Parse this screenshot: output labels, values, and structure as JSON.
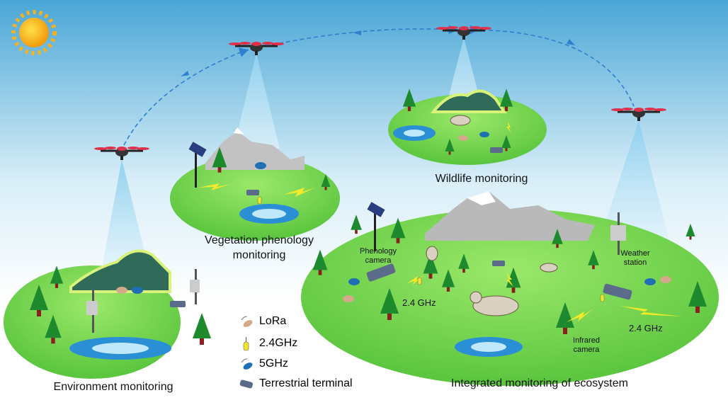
{
  "scenes": {
    "environment": "Environment monitoring",
    "vegetation": [
      "Vegetation phenology",
      "monitoring"
    ],
    "wildlife": "Wildlife monitoring",
    "integrated": "Integrated monitoring of ecosystem"
  },
  "device_labels": {
    "phenology_camera": [
      "Phenology",
      "camera"
    ],
    "weather_station": [
      "Weather",
      "station"
    ],
    "infrared_camera": [
      "Infrared",
      "camera"
    ],
    "link_left": "2.4 GHz",
    "link_right": "2.4 GHz"
  },
  "legend": [
    {
      "icon": "lora-antenna-icon",
      "label": "LoRa"
    },
    {
      "icon": "2-4ghz-antenna-icon",
      "label": "2.4GHz"
    },
    {
      "icon": "5ghz-dish-icon",
      "label": "5GHz"
    },
    {
      "icon": "terrestrial-terminal-icon",
      "label": "Terrestrial terminal"
    }
  ],
  "colors": {
    "sky": "#4aa6d6",
    "grass": "#7ed957",
    "beam": "#bfe3f5",
    "lightning": "#f2ea2a",
    "path": "#2f7fd0"
  }
}
